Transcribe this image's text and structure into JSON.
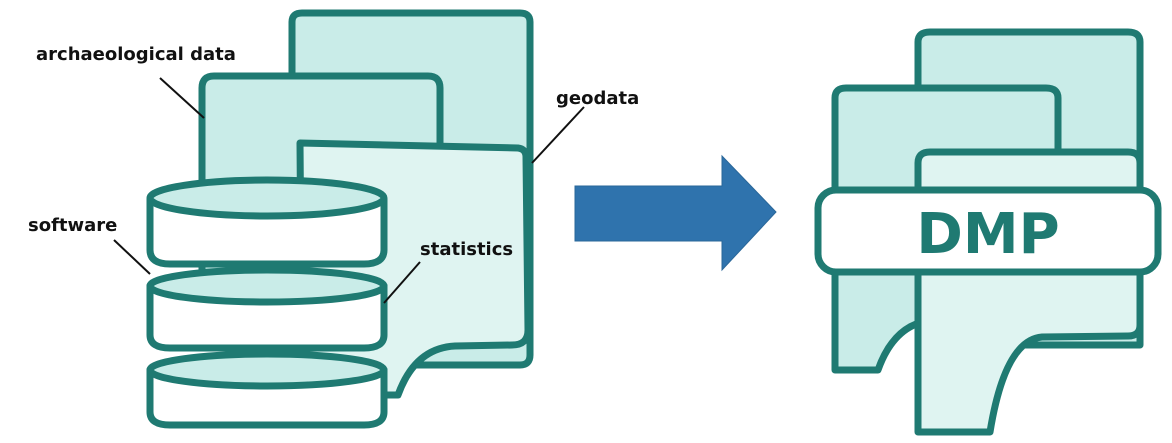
{
  "labels": {
    "archaeological": "archaeological data",
    "geodata": "geodata",
    "software": "software",
    "statistics": "statistics"
  },
  "output": {
    "title": "DMP"
  },
  "colors": {
    "teal_outline": "#1f7a72",
    "teal_fill_light": "#c9ece8",
    "teal_fill_lighter": "#dff4f1",
    "arrow_blue": "#2f73ad",
    "text": "#111111"
  }
}
